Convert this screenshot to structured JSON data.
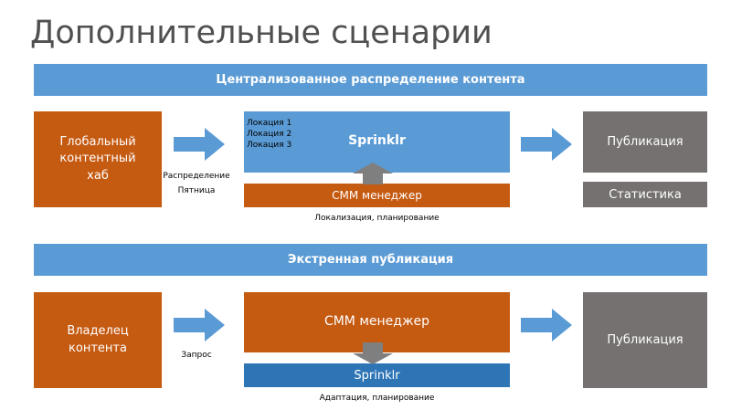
{
  "title": "Дополнительные сценарии",
  "section1": {
    "banner": "Централизованное распределение контента",
    "source": "Глобальный контентный хаб",
    "arrow_label_1": "Распределение",
    "arrow_label_2": "Пятница",
    "platform": "Sprinklr",
    "locations": [
      "Локация 1",
      "Локация 2",
      "Локация 3"
    ],
    "manager": "СММ менеджер",
    "caption": "Локализация, планирование",
    "output": "Публикация",
    "stats": "Статистика"
  },
  "section2": {
    "banner": "Экстренная публикация",
    "source": "Владелец контента",
    "arrow_label": "Запрос",
    "manager": "СММ менеджер",
    "platform": "Sprinklr",
    "caption": "Адаптация, планирование",
    "output": "Публикация"
  },
  "colors": {
    "orange": "#c55a11",
    "blue": "#5b9bd5",
    "dark_blue": "#2e75b6",
    "gray": "#767171"
  }
}
